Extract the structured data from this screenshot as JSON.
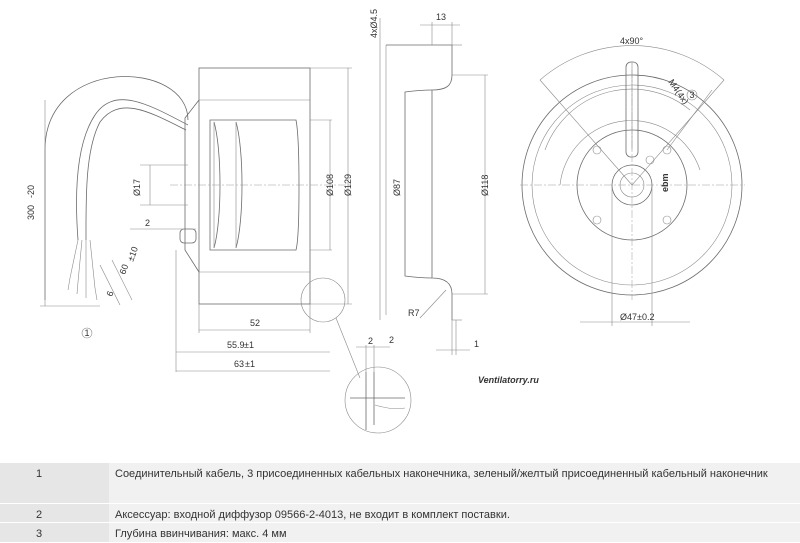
{
  "drawing": {
    "dimensions": {
      "cable_length": "300",
      "cable_length_tol": "-20",
      "shaft_dia": "Ø17",
      "offset_2": "2",
      "strip_60": "60",
      "strip_60_tol": "±10",
      "strip_6": "6",
      "length_52": "52",
      "length_55_9": "55.9",
      "length_55_9_tol": "±1",
      "length_63": "63",
      "length_63_tol": "±1",
      "dia_108": "Ø108",
      "dia_129": "Ø129",
      "holes_4x45": "4xØ4.5",
      "depth_13": "13",
      "dia_87": "Ø87",
      "dia_118": "Ø118",
      "radius_r7": "R7",
      "detail_2a": "2",
      "detail_2b": "2",
      "detail_1": "1",
      "angle_4x90": "4x90°",
      "thread_m4": "M4(4x)",
      "thread_note": "3",
      "dia_47": "Ø47",
      "dia_47_tol": "±0.2",
      "callout_1": "1",
      "brand": "ebm"
    },
    "watermark": "Ventilatorry.ru"
  },
  "notes": [
    {
      "num": "1",
      "text": "Соединительный кабель, 3 присоединенных кабельных наконечника, зеленый/желтый присоединенный кабельный наконечник"
    },
    {
      "num": "2",
      "text": "Аксессуар: входной диффузор 09566-2-4013, не входит в комплект поставки."
    },
    {
      "num": "3",
      "text": "Глубина ввинчивания: макс. 4 мм"
    }
  ]
}
